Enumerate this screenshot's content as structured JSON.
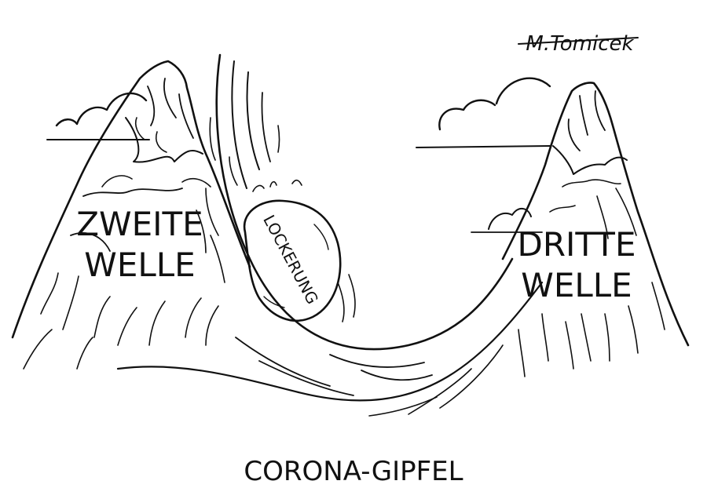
{
  "cartoon": {
    "signature": "M.Tomicek",
    "left_peak_label_line1": "ZWEITE",
    "left_peak_label_line2": "WELLE",
    "right_peak_label_line1": "DRITTE",
    "right_peak_label_line2": "WELLE",
    "boulder_label": "LOCKERUNG",
    "caption": "CORONA-GIPFEL",
    "ink_color": "#111111",
    "paper_color": "#ffffff"
  }
}
